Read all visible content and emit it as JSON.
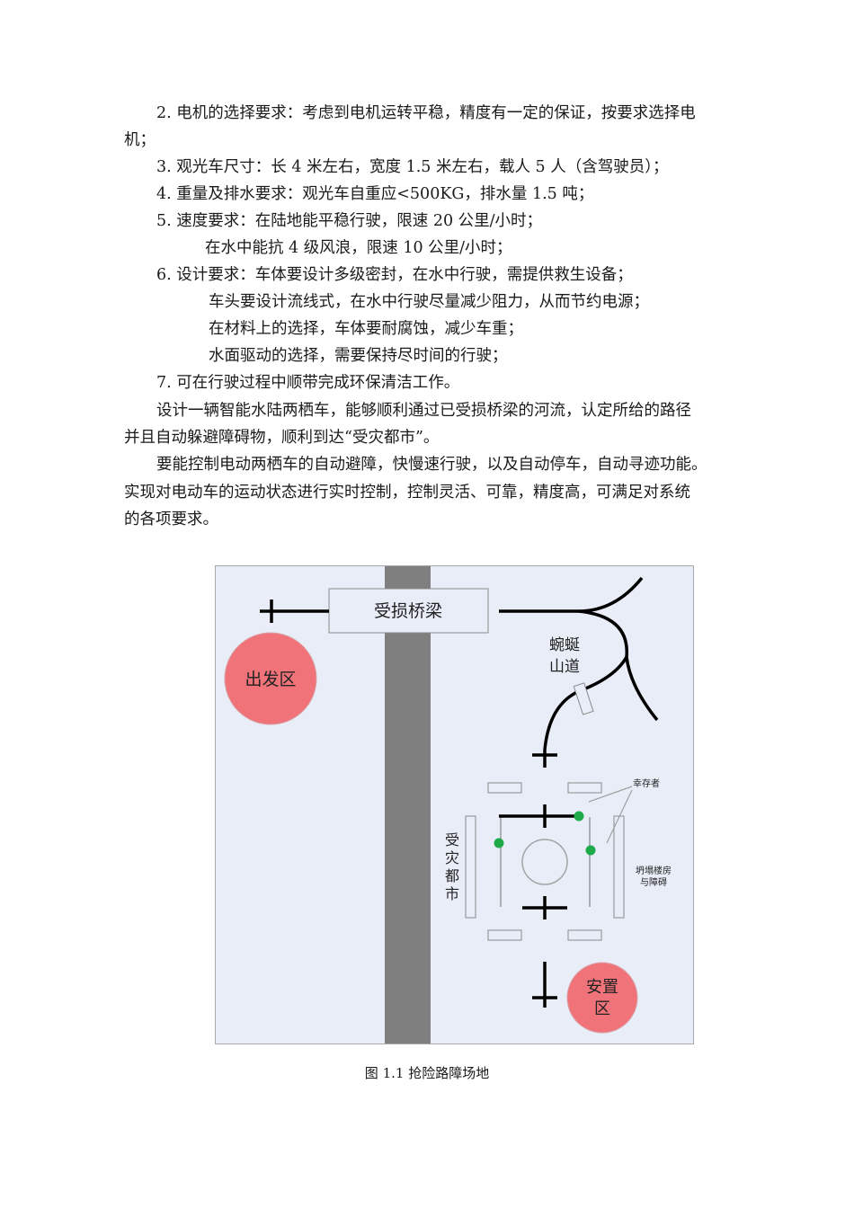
{
  "body": {
    "lines": [
      "2. 电机的选择要求：考虑到电机运转平稳，精度有一定的保证，按要求选择电",
      "机；",
      "3. 观光车尺寸：长 4 米左右，宽度 1.5 米左右，载人 5 人（含驾驶员）；",
      "4. 重量及排水要求：观光车自重应<500KG，排水量 1.5 吨；",
      "5. 速度要求：在陆地能平稳行驶，限速 20 公里/小时；",
      "在水中能抗 4 级风浪，限速 10 公里/小时；",
      "6. 设计要求：车体要设计多级密封，在水中行驶，需提供救生设备；",
      "车头要设计流线式，在水中行驶尽量减少阻力，从而节约电源；",
      "在材料上的选择，车体要耐腐蚀，减少车重；",
      "水面驱动的选择，需要保持尽时间的行驶；",
      "7. 可在行驶过程中顺带完成环保清洁工作。",
      "设计一辆智能水陆两栖车，能够顺利通过已受损桥梁的河流，认定所给的路径",
      "并且自动躲避障碍物，顺利到达“受灾都市”。",
      "要能控制电动两栖车的自动避障，快慢速行驶，以及自动停车，自动寻迹功能。",
      "实现对电动车的运动状态进行实时控制，控制灵活、可靠，精度高，可满足对系统",
      "的各项要求。"
    ]
  },
  "figure": {
    "bridge_label": "受损桥梁",
    "start_label": "出发区",
    "mountain_road_line1": "蜿蜒",
    "mountain_road_line2": "山道",
    "city_label": [
      "受",
      "灾",
      "都",
      "市"
    ],
    "survivor_label": "幸存者",
    "collapse_line1": "坍塌楼房",
    "collapse_line2": "与障碍",
    "shelter_line1": "安置",
    "shelter_line2": "区",
    "caption": "图 1.1  抢险路障场地",
    "colors": {
      "field": "#e8edf8",
      "river": "#7f7f7f",
      "zone": "#f0737a",
      "survivor": "#1faa4a",
      "path": "#000000"
    }
  }
}
